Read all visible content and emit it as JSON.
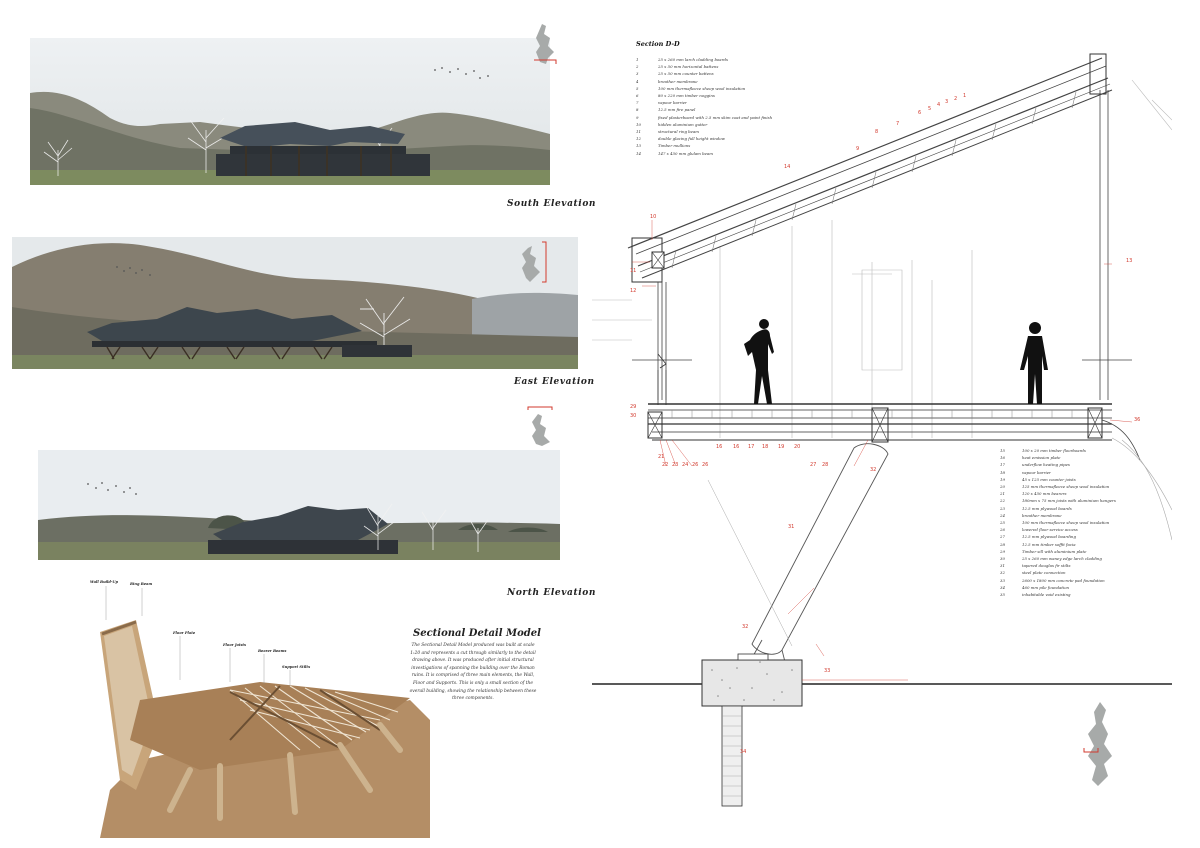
{
  "elevations": [
    {
      "title": "South Elevation"
    },
    {
      "title": "East Elevation"
    },
    {
      "title": "North Elevation"
    }
  ],
  "section": {
    "title": "Section D-D",
    "legend_top": [
      {
        "n": "1",
        "t": "25 x 260 mm larch cladding boards"
      },
      {
        "n": "2",
        "t": "25 x 50 mm horizontal battens"
      },
      {
        "n": "3",
        "t": "25 x 50 mm counter battens"
      },
      {
        "n": "4",
        "t": "breather membrane"
      },
      {
        "n": "5",
        "t": "100 mm thermafleece sheep wool insulation"
      },
      {
        "n": "6",
        "t": "80 x 220 mm timber noggins"
      },
      {
        "n": "7",
        "t": "vapour barrier"
      },
      {
        "n": "8",
        "t": "12.5 mm fire panel"
      },
      {
        "n": "9",
        "t": "fixed plasterboard with 2.5 mm skim coat and paint finish"
      },
      {
        "n": "10",
        "t": "hidden aluminium gutter"
      },
      {
        "n": "11",
        "t": "structural ring beam"
      },
      {
        "n": "12",
        "t": "double glazing full height window"
      },
      {
        "n": "13",
        "t": "Timber mullions"
      },
      {
        "n": "14",
        "t": "147 x 450 mm glulam beam"
      }
    ],
    "legend_bottom": [
      {
        "n": "15",
        "t": "100 x 20 mm timber floorboards"
      },
      {
        "n": "16",
        "t": "heat emission plate"
      },
      {
        "n": "17",
        "t": "underflow heating pipes"
      },
      {
        "n": "18",
        "t": "vapour barrier"
      },
      {
        "n": "19",
        "t": "45 x 125 mm counter joists"
      },
      {
        "n": "20",
        "t": "125 mm thermafleece sheep wool insulation"
      },
      {
        "n": "21",
        "t": "120 x 450 mm bearers"
      },
      {
        "n": "22",
        "t": "180mm x 75 mm joists with aluminium hangers"
      },
      {
        "n": "23",
        "t": "12.5 mm plywood boards"
      },
      {
        "n": "24",
        "t": "breather membrane"
      },
      {
        "n": "25",
        "t": "100 mm thermafleece sheep wool insulation"
      },
      {
        "n": "26",
        "t": "lowered floor service access"
      },
      {
        "n": "27",
        "t": "12.5 mm plywood boarding"
      },
      {
        "n": "28",
        "t": "12.5 mm timber soffit facia"
      },
      {
        "n": "29",
        "t": "Timber sill with aluminium plate"
      },
      {
        "n": "30",
        "t": "25 x 260 mm waney edge larch cladding"
      },
      {
        "n": "31",
        "t": "tapered douglas fir stilts"
      },
      {
        "n": "32",
        "t": "steel plate connection"
      },
      {
        "n": "33",
        "t": "2600 x 1800 mm concrete pad foundation"
      },
      {
        "n": "34",
        "t": "460 mm pile foundation"
      },
      {
        "n": "35",
        "t": "inhabitable void existing"
      }
    ],
    "callouts_roof": [
      "14",
      "9",
      "8",
      "7",
      "6",
      "5",
      "4",
      "3",
      "2",
      "1"
    ],
    "callouts_floor": [
      "16",
      "16",
      "17",
      "18",
      "19",
      "20",
      "27",
      "28"
    ],
    "callouts_under": [
      "22",
      "23",
      "24",
      "26",
      "26"
    ],
    "callouts_single": {
      "c10": "10",
      "c11": "11",
      "c12": "12",
      "c13": "13",
      "c29": "29",
      "c30": "30",
      "c36": "36",
      "c21": "21",
      "c32a": "32",
      "c31": "31",
      "c32b": "32",
      "c33": "33",
      "c34": "34"
    }
  },
  "model": {
    "title": "Sectional Detail Model",
    "description": "The Sectional Detail Model produced was built at scale 1:20 and represents a cut through similarly to the detail drawing above. It was produced after initial structural investigations of spanning the building over the Roman ruins. It is comprised of three main elements, the Wall, Floor and Supports. This is only a small section of the overall building, showing the relationship between these three components.",
    "labels": {
      "wall": "Wall Build-Up",
      "ring": "Ring Beam",
      "floor_plate": "Floor Plate",
      "floor_joists": "Floor Joists",
      "bearer": "Bearer Beams",
      "stilts": "Support Stilts"
    }
  },
  "colors": {
    "accent_red": "#d23a2e",
    "sky": "#e8edf0",
    "hills": "#7d7f74",
    "building": "#3b4045",
    "cardboard": "#b48e66"
  }
}
